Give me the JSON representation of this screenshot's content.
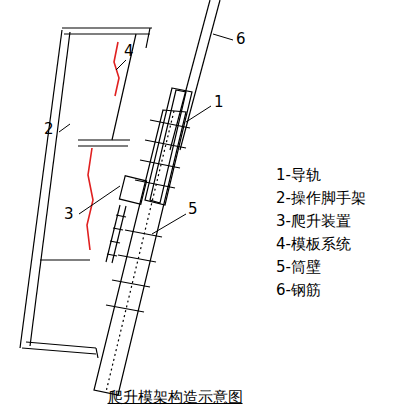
{
  "diagram": {
    "caption": "爬升模架构造示意图",
    "labels": [
      "1",
      "2",
      "3",
      "4",
      "5",
      "6",
      "1-导轨",
      "2-操作脚手架",
      "3-爬升装置",
      "4-模板系统",
      "5-筒壁",
      "6-钢筋"
    ]
  }
}
